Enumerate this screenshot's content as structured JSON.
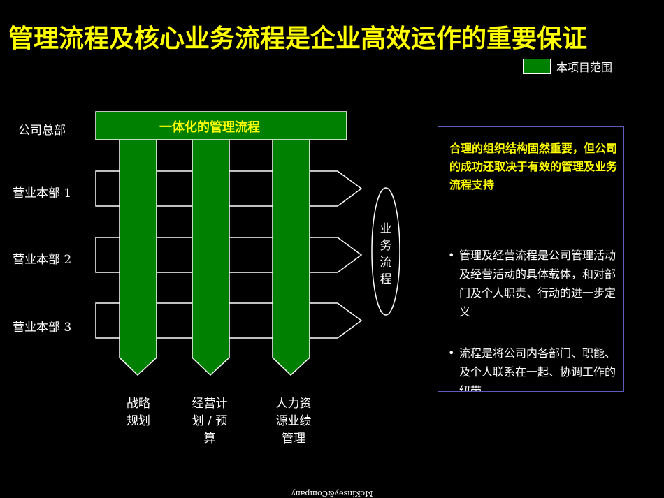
{
  "title": "管理流程及核心业务流程是企业高效运作的重要保证",
  "legend": {
    "label": "本项目范围",
    "color": "#008000"
  },
  "rows": [
    {
      "label": "公司总部"
    },
    {
      "label": "营业本部 1"
    },
    {
      "label": "营业本部 2"
    },
    {
      "label": "营业本部 3"
    }
  ],
  "top_bar": {
    "label": "一体化的管理流程"
  },
  "process_arrows": [
    {
      "label_lines": [
        "战略",
        "规划"
      ]
    },
    {
      "label_lines": [
        "经营计",
        "划 / 预",
        "算"
      ]
    },
    {
      "label_lines": [
        "人力资",
        "源业绩",
        "管理"
      ]
    }
  ],
  "business_process": {
    "label": "业务流程"
  },
  "info_box": {
    "heading": "合理的组织结构固然重要，但公司的成功还取决于有效的管理及业务流程支持",
    "bullets": [
      "管理及经营流程是公司管理活动及经营活动的具体载体，和对部门及个人职责、行动的进一步定义",
      "流程是将公司内各部门、职能、及个人联系在一起、协调工作的纽带"
    ]
  },
  "logo": "McKinsey&Company",
  "colors": {
    "title": "#ffff00",
    "green": "#008000",
    "box_border": "#5b5bc0"
  }
}
